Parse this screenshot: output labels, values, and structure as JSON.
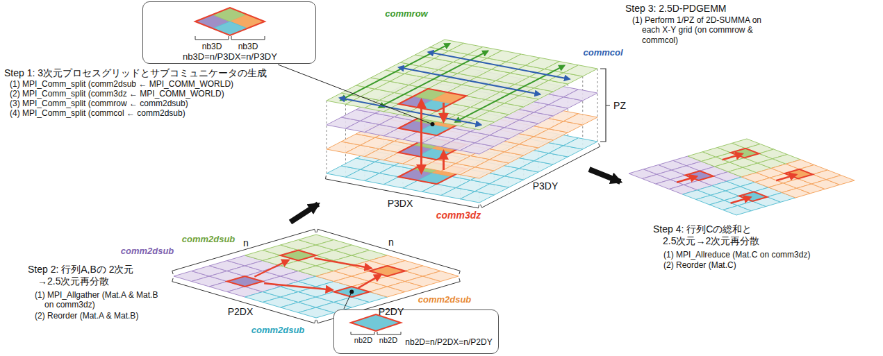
{
  "diagram": {
    "nodes": [
      {
        "text": [
          "nb3D",
          "nb3D",
          "nb3D=n/P3DX=n/P3DY"
        ]
      },
      {
        "text": [
          "nb2D",
          "nb2D",
          "nb2D=n/P2DX=n/P2DY"
        ]
      }
    ],
    "labels": [
      "Step 1: 3次元プロセスグリッドとサブコミュニケータの生成",
      "(1) MPI_Comm_split (comm2dsub ← MPI_COMM_WORLD)",
      "(2) MPI_Comm_split (comm3dz ← MPI_COMM_WORLD)",
      "(3) MPI_Comm_split (commrow ← comm2dsub)",
      "(4) MPI_Comm_split (commcol ← comm2dsub)",
      "Step 2: 行列A,Bの 2次元→2.5次元再分散",
      "(1) MPI_Allgather (Mat.A & Mat.B on comm3dz)",
      "(2) Reorder (Mat.A & Mat.B)",
      "Step 3: 2.5D-PDGEMM",
      "(1) Perform 1/PZ of 2D-SUMMA on each X-Y grid (on commrow & commcol)",
      "Step 4: 行列Cの総和と 2.5次元→2次元再分散",
      "(1) MPI_Allreduce (Mat.C on comm3dz)",
      "(2) Reorder (Mat.C)",
      "commrow",
      "commcol",
      "PZ",
      "P3DX",
      "P3DY",
      "comm3dz",
      "comm2dsub",
      "comm2dsub",
      "comm2dsub",
      "comm2dsub",
      "n",
      "n",
      "P2DX",
      "P2DY"
    ]
  }
}
